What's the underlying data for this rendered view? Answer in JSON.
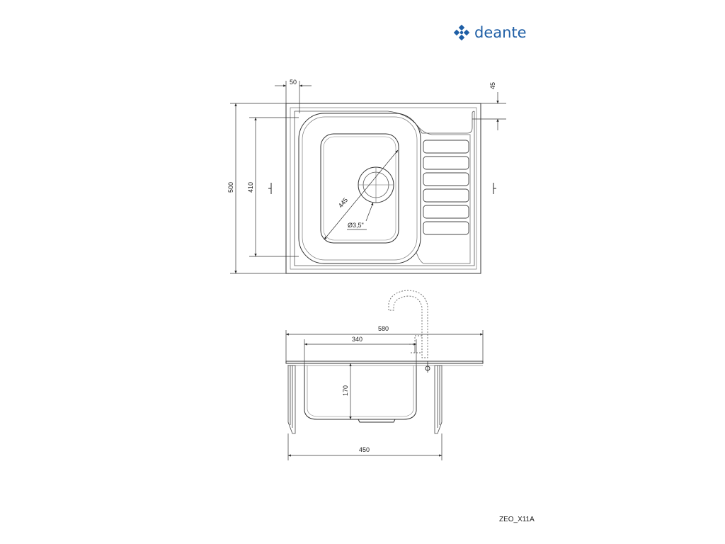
{
  "brand": {
    "name": "deante",
    "color": "#1f5fa6"
  },
  "model_code": "ZEO_X11A",
  "top_view": {
    "dims": {
      "flange_left": "50",
      "flange_top": "45",
      "overall_depth": "500",
      "bowl_depth": "410",
      "bowl_diagonal": "445",
      "drain_diameter": "Ø3,5\""
    }
  },
  "side_view": {
    "dims": {
      "overall_width": "580",
      "bowl_width": "340",
      "bowl_height": "170",
      "cabinet_width": "450"
    }
  }
}
